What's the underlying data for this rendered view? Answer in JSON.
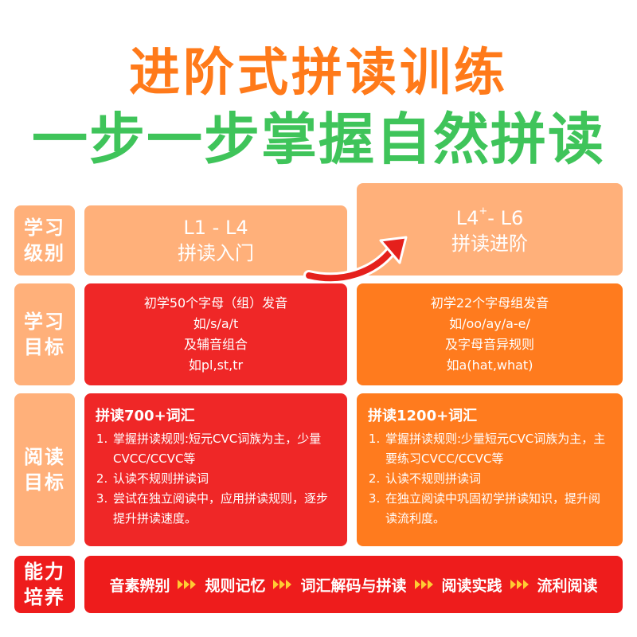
{
  "title": {
    "line1": "进阶式拼读训练",
    "line2": "一步一步掌握自然拼读"
  },
  "rows": {
    "level": {
      "label": [
        "学习",
        "级别"
      ],
      "left": {
        "code": "L1 - L4",
        "name": "拼读入门"
      },
      "right": {
        "code_main": "L4",
        "code_sup": "+",
        "code_rest": "- L6",
        "name": "拼读进阶"
      }
    },
    "goal": {
      "label": [
        "学习",
        "目标"
      ],
      "left": [
        "初学50个字母（组）发音",
        "如/s/a/t",
        "及辅音组合",
        "如pl,st,tr"
      ],
      "right": [
        "初学22个字母组发音",
        "如/oo/ay/a-e/",
        "及字母音异规则",
        "如a(hat,what)"
      ]
    },
    "reading": {
      "label": [
        "阅读",
        "目标"
      ],
      "left": {
        "head": "拼读700+词汇",
        "items": [
          "掌握拼读规则:短元CVC词族为主，少量CVCC/CCVC等",
          "认读不规则拼读词",
          "尝试在独立阅读中，应用拼读规则，逐步提升拼读速度。"
        ]
      },
      "right": {
        "head": "拼读1200+词汇",
        "items": [
          "掌握拼读规则:少量短元CVC词族为主，主要练习CVCC/CCVC等",
          "认读不规则拼读词",
          "在独立阅读中巩固初学拼读知识，提升阅读流利度。"
        ]
      }
    },
    "ability": {
      "label": [
        "能力",
        "培养"
      ],
      "steps": [
        "音素辨别",
        "规则记忆",
        "词汇解码与拼读",
        "阅读实践",
        "流利阅读"
      ]
    }
  },
  "colors": {
    "orange_title": "#ff7a1a",
    "green_title": "#3fc45a",
    "peach": "#ffb07a",
    "red": "#ef2727",
    "orange": "#ff7b1e"
  }
}
